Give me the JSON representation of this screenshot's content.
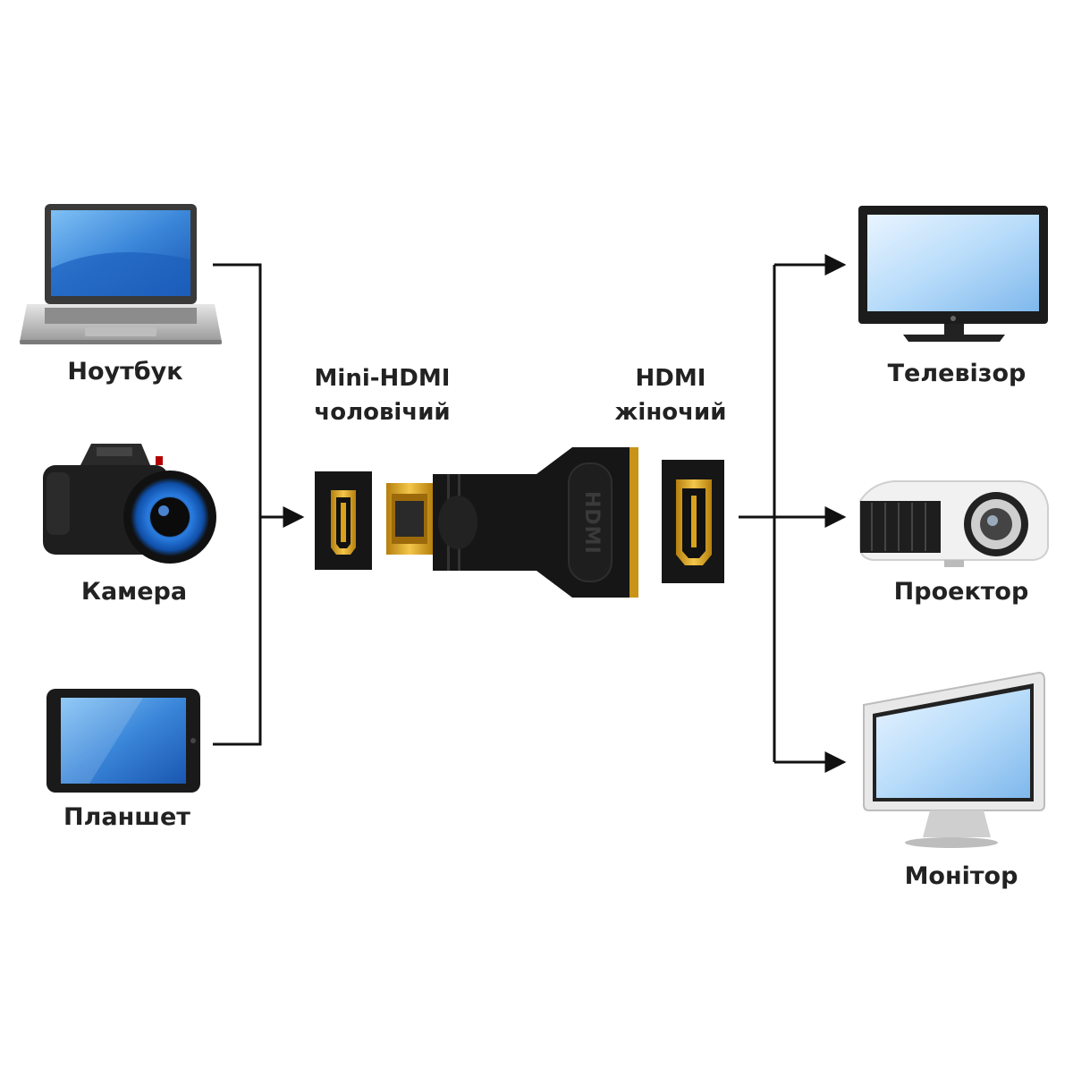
{
  "sources": [
    {
      "id": "laptop",
      "label": "Ноутбук",
      "icon": "laptop-icon"
    },
    {
      "id": "camera",
      "label": "Камера",
      "icon": "camera-icon"
    },
    {
      "id": "tablet",
      "label": "Планшет",
      "icon": "tablet-icon"
    }
  ],
  "adapter": {
    "male_label_line1": "Mini-HDMI",
    "male_label_line2": "чоловічий",
    "female_label_line1": "HDMI",
    "female_label_line2": "жіночий",
    "embossed_text": "HDMI"
  },
  "targets": [
    {
      "id": "tv",
      "label": "Телевізор",
      "icon": "tv-icon"
    },
    {
      "id": "projector",
      "label": "Проектор",
      "icon": "projector-icon"
    },
    {
      "id": "monitor",
      "label": "Монітор",
      "icon": "monitor-icon"
    }
  ],
  "colors": {
    "line": "#111111",
    "gold": "#d9a21b",
    "adapter_body": "#161616",
    "screen_blue": "#3a86d9",
    "lens_blue": "#1f6fd6"
  }
}
